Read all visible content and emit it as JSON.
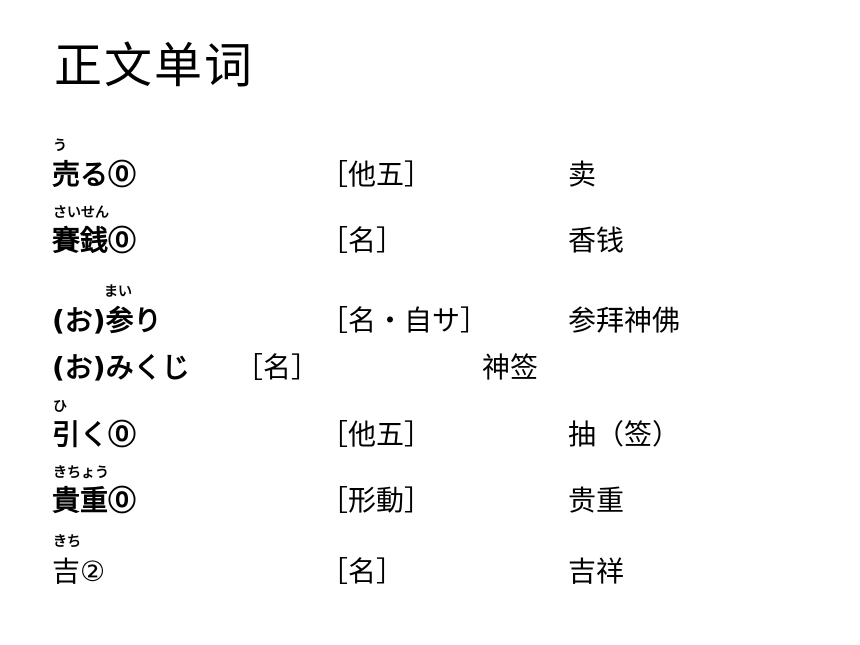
{
  "title": "正文单词",
  "vocabulary": [
    {
      "reading": "う",
      "word": "売る⓪",
      "pos": "［他五］",
      "meaning": "卖"
    },
    {
      "reading": "さいせん",
      "word": "賽銭⓪",
      "pos": "［名］",
      "meaning": "香钱"
    },
    {
      "reading": "まい",
      "word": "(お)参り",
      "pos": "［名・自サ］",
      "meaning": "参拜神佛"
    },
    {
      "reading": "",
      "word": "(お)みくじ",
      "pos": "［名］",
      "meaning": "神签"
    },
    {
      "reading": "ひ",
      "word": "引く⓪",
      "pos": "［他五］",
      "meaning": "抽（签）"
    },
    {
      "reading": "きちょう",
      "word": "貴重⓪",
      "pos": "［形動］",
      "meaning": "贵重"
    },
    {
      "reading": "きち",
      "word": "吉②",
      "pos": "［名］",
      "meaning": "吉祥"
    }
  ]
}
